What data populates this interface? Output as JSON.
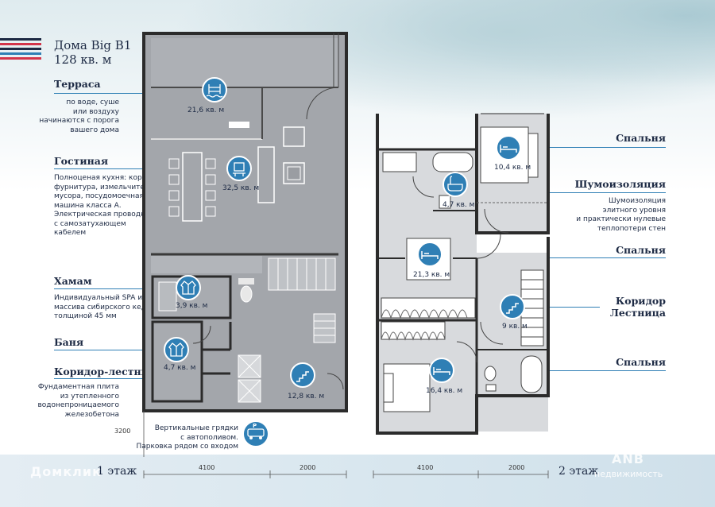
{
  "header": {
    "title_line1": "Дома Big B1",
    "title_line2": "128 кв. м"
  },
  "left_labels": [
    {
      "title": "Терраса",
      "desc": [
        "по воде, суше",
        "или воздуху",
        "начинаются с порога",
        "вашего дома"
      ]
    },
    {
      "title": "Гостиная",
      "desc": [
        "Полноценая кухня: корпус,",
        "фурнитура, измельчитель",
        "мусора, посудомоечная",
        "машина класса А.",
        "Электрическая проводка",
        "с самозатухающем",
        "кабелем"
      ]
    },
    {
      "title": "Хамам",
      "desc": [
        "Индивидуальный SPA из",
        "массива сибирского кедра",
        "толщиной 45 мм"
      ]
    },
    {
      "title": "Баня",
      "desc": []
    },
    {
      "title": "Коридор-лестница",
      "desc": [
        "Фундаментная плита",
        "из утепленного",
        "водонепроницаемого",
        "железобетона"
      ]
    }
  ],
  "right_labels": [
    {
      "title": "Спальня",
      "desc": []
    },
    {
      "title": "Шумоизоляция",
      "desc": [
        "Шумоизоляция",
        "элитного уровня",
        "и практически нулевые",
        "теплопотери стен"
      ]
    },
    {
      "title": "Спальня",
      "desc": []
    },
    {
      "title": "Коридор",
      "title2": "Лестница",
      "desc": []
    },
    {
      "title": "Спальня",
      "desc": []
    }
  ],
  "areas": {
    "terrace": "21,6 кв. м",
    "living": "32,5 кв. м",
    "hamam": "3,9 кв. м",
    "banya": "4,7 кв. м",
    "corridor1": "12,8 кв. м",
    "bath2": "4,7 кв. м",
    "bedroom_top": "10,4 кв. м",
    "bedroom_mid": "21,3 кв. м",
    "corridor2": "9 кв. м",
    "bedroom_bottom": "16,4 кв. м"
  },
  "garden_note": [
    "Вертикальные грядки",
    "с автополивом.",
    "Парковка рядом со входом"
  ],
  "dimensions": {
    "depth": "3200",
    "w1a": "4100",
    "w1b": "2000",
    "w2a": "4100",
    "w2b": "2000"
  },
  "floors": {
    "first": "1 этаж",
    "second": "2 этаж"
  },
  "watermarks": {
    "left": "Домклик",
    "right_top": "ANB",
    "right_bottom": "недвижимость"
  },
  "colors": {
    "accent": "#2f7fb5",
    "navy": "#1d2a44",
    "floor_gray": "#a3a6ab",
    "stripe_red": "#d3344a"
  }
}
